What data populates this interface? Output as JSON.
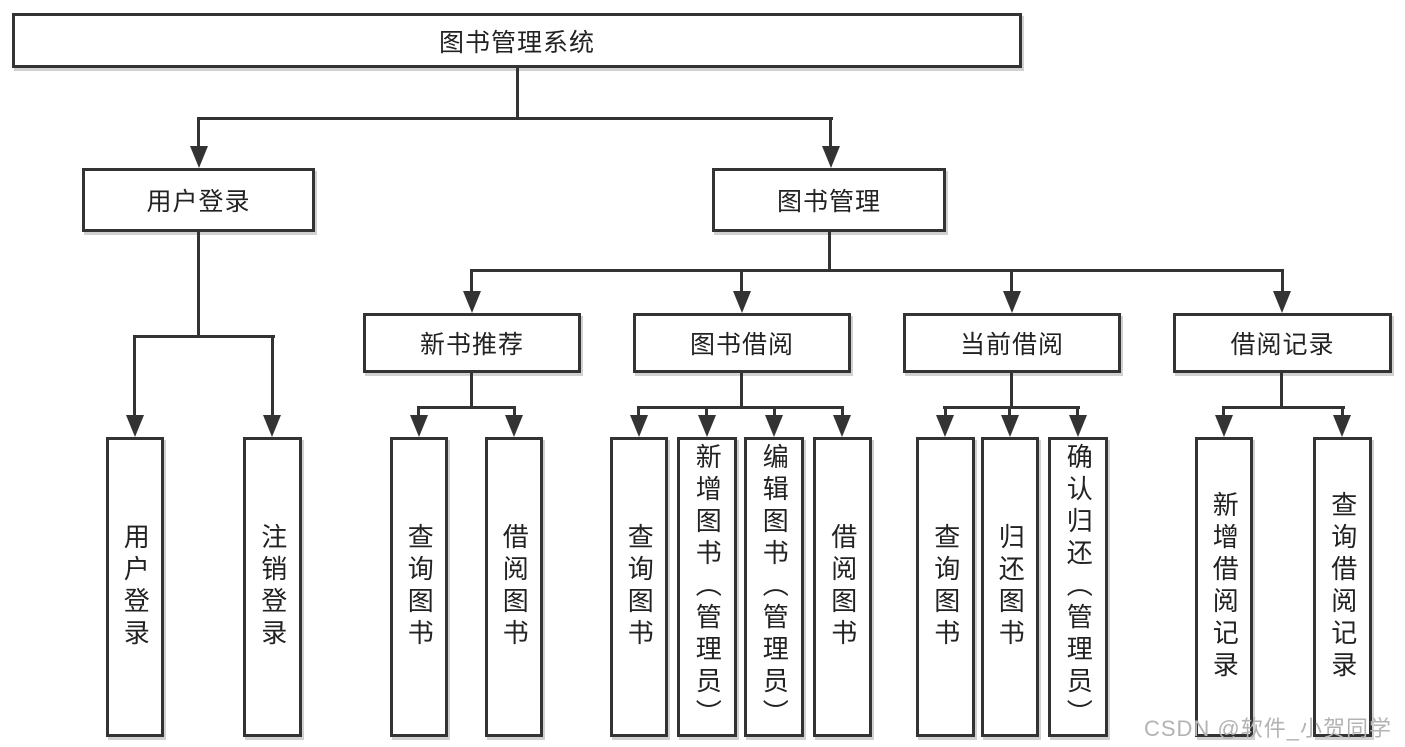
{
  "colors": {
    "line": "#333333",
    "text": "#222222",
    "watermark": "#b3b3b3",
    "background": "#ffffff"
  },
  "tree": {
    "root": {
      "label": "图书管理系统",
      "children": [
        {
          "label": "用户登录",
          "children": [
            {
              "label": "用户登录"
            },
            {
              "label": "注销登录"
            }
          ]
        },
        {
          "label": "图书管理",
          "children": [
            {
              "label": "新书推荐",
              "children": [
                {
                  "label": "查询图书"
                },
                {
                  "label": "借阅图书"
                }
              ]
            },
            {
              "label": "图书借阅",
              "children": [
                {
                  "label": "查询图书"
                },
                {
                  "label": "新增图书（管理员）"
                },
                {
                  "label": "编辑图书（管理员）"
                },
                {
                  "label": "借阅图书"
                }
              ]
            },
            {
              "label": "当前借阅",
              "children": [
                {
                  "label": "查询图书"
                },
                {
                  "label": "归还图书"
                },
                {
                  "label": "确认归还（管理员）"
                }
              ]
            },
            {
              "label": "借阅记录",
              "children": [
                {
                  "label": "新增借阅记录"
                },
                {
                  "label": "查询借阅记录"
                }
              ]
            }
          ]
        }
      ]
    }
  },
  "watermark": {
    "text": "CSDN @软件_小贺同学"
  }
}
